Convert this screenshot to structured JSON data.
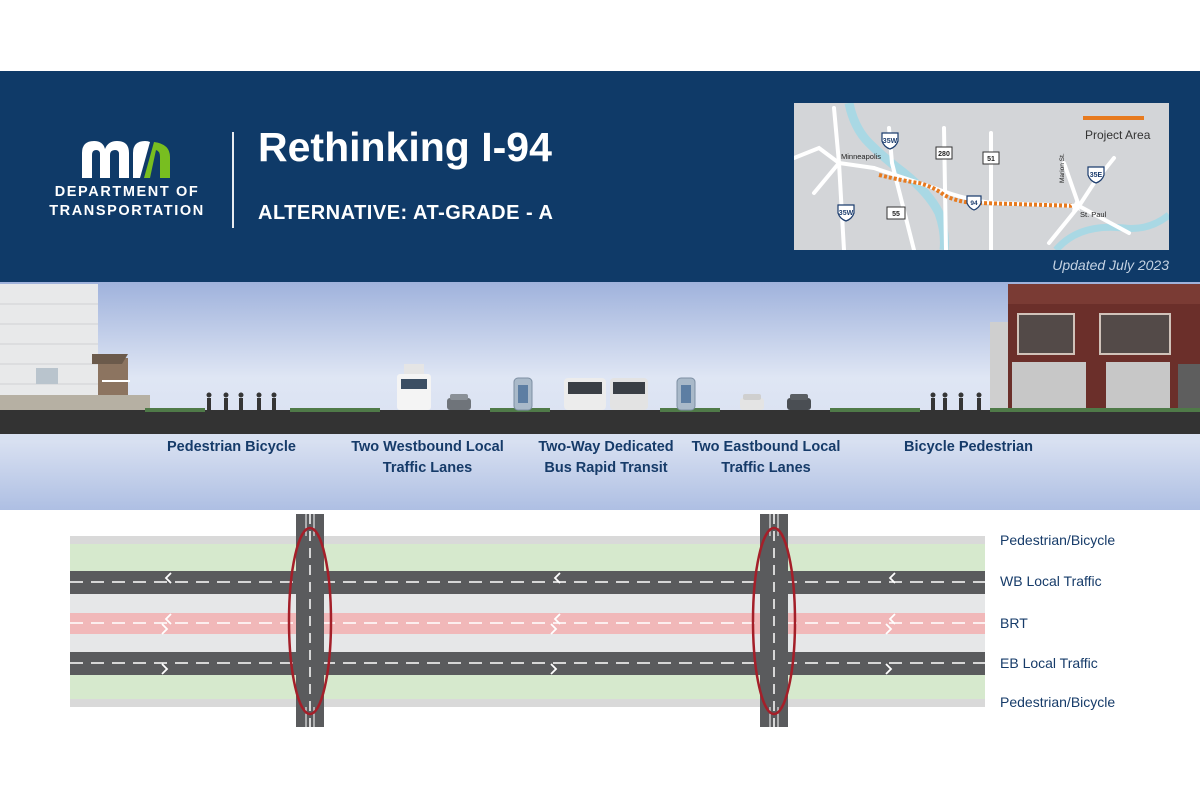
{
  "header": {
    "logo_text": "mn",
    "department_line1": "DEPARTMENT OF",
    "department_line2": "TRANSPORTATION",
    "title": "Rethinking I-94",
    "subtitle": "ALTERNATIVE: AT-GRADE  - A",
    "updated": "Updated July 2023"
  },
  "map": {
    "legend": "Project Area",
    "places": [
      "Minneapolis",
      "St. Paul",
      "Marion St."
    ],
    "shields": [
      "35W",
      "280",
      "51",
      "35E",
      "35W",
      "55",
      "94"
    ],
    "colors": {
      "background": "#d3d5d8",
      "roads": "#ffffff",
      "river": "#a9d8e4",
      "project": "#e77a1f"
    }
  },
  "cross_section": {
    "labels": [
      {
        "lines": [
          "Pedestrian  Bicycle"
        ]
      },
      {
        "lines": [
          "Two Westbound Local",
          "Traffic Lanes"
        ]
      },
      {
        "lines": [
          "Two-Way Dedicated",
          "Bus Rapid Transit"
        ]
      },
      {
        "lines": [
          "Two Eastbound Local",
          "Traffic Lanes"
        ]
      },
      {
        "lines": [
          "Bicycle  Pedestrian"
        ]
      }
    ]
  },
  "plan": {
    "rows": [
      {
        "label": "Pedestrian/Bicycle"
      },
      {
        "label": "WB Local Traffic"
      },
      {
        "label": "BRT"
      },
      {
        "label": "EB Local Traffic"
      },
      {
        "label": "Pedestrian/Bicycle"
      }
    ],
    "colors": {
      "road": "#5a5b5d",
      "ped_bike": "#d6e9cd",
      "brt": "#f1b8b9",
      "crossing_highlight": "#a41f29"
    }
  }
}
